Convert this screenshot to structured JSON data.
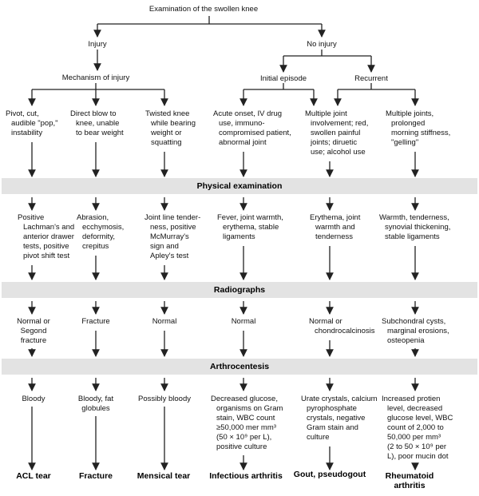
{
  "title": "Examination of the swollen knee",
  "colors": {
    "bar_background": "#e3e3e3",
    "text": "#111111",
    "line": "#222222"
  },
  "top": {
    "injury": "Injury",
    "no_injury": "No injury",
    "mechanism_of_injury": "Mechanism of injury",
    "initial_episode": "Initial episode",
    "recurrent": "Recurrent"
  },
  "bars": {
    "physical_examination": "Physical examination",
    "radiographs": "Radiographs",
    "arthrocentesis": "Arthrocentesis"
  },
  "history_findings": [
    "Pivot, cut,\naudible \"pop,\"\ninstability",
    "Direct blow to\nknee, unable\nto bear weight",
    "Twisted knee\nwhile bearing\nweight or\nsquatting",
    "Acute onset, IV drug\nuse, immuno-\ncompromised patient,\nabnormal joint",
    "Multiple joint\ninvolvement; red,\nswollen painful\njoints; diruetic\nuse; alcohol use",
    "Multiple joints,\nprolonged\nmorning stiffness,\n\"gelling\""
  ],
  "physical_exam_findings": [
    "Positive\nLachman's and\nanterior drawer\ntests, positive\npivot shift test",
    "Abrasion,\necchymosis,\ndeformity,\ncrepitus",
    "Joint line tender-\nness, positive\nMcMurray's\nsign and\nApley's test",
    "Fever, joint warmth,\nerythema, stable\nligaments",
    "Erythema, joint\nwarmth and\ntenderness",
    "Warmth, tenderness,\nsynovial thickening,\nstable ligaments"
  ],
  "radiograph_findings": [
    "Normal or\nSegond\nfracture",
    "Fracture",
    "Normal",
    "Normal",
    "Normal or\nchondrocalcinosis",
    "Subchondral cysts,\nmarginal erosions,\nosteopenia"
  ],
  "arthrocentesis_findings": [
    "Bloody",
    "Bloody, fat\nglobules",
    "Possibly bloody",
    "Decreased glucose,\norganisms on Gram\nstain, WBC count\n≥50,000 mer mm³\n(50 × 10⁹ per L),\npositive culture",
    "Urate crystals, calcium\npyrophosphate\ncrystals, negative\nGram stain and\nculture",
    "Increased protien\nlevel, decreased\nglucose level, WBC\ncount of 2,000 to\n50,000 per mm³\n(2 to 50 × 10⁹ per\nL), poor mucin dot"
  ],
  "diagnoses": [
    "ACL tear",
    "Fracture",
    "Mensical tear",
    "Infectious arthritis",
    "Gout, pseudogout",
    "Rheumatoid\narthritis"
  ]
}
